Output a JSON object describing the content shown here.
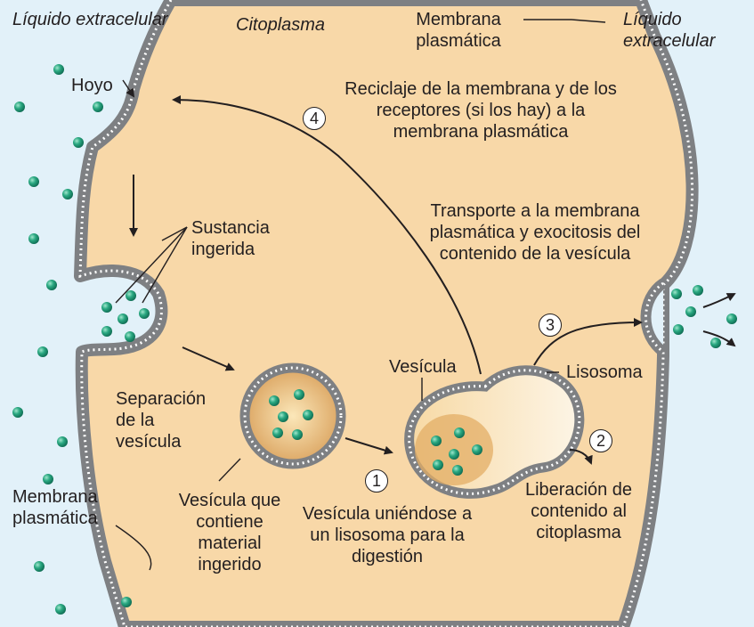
{
  "labels": {
    "extracellular_left": "Líquido extracelular",
    "cytoplasm": "Citoplasma",
    "membrane_top": "Membrana plasmática",
    "extracellular_right": "Líquido extracelular",
    "pit": "Hoyo",
    "recycling": "Reciclaje de la membrana y de los receptores (si los hay) a la membrana plasmática",
    "transport": "Transporte a la membrana plasmática y exocitosis del contenido de la vesícula",
    "ingested_substance": "Sustancia ingerida",
    "vesicle": "Vesícula",
    "lysosome": "Lisosoma",
    "separation": "Separación de la vesícula",
    "vesicle_with_material": "Vesícula que contiene material ingerido",
    "fusion": "Vesícula uniéndose a un lisosoma para la digestión",
    "release": "Liberación de contenido al citoplasma",
    "membrane_bottom": "Membrana plasmática"
  },
  "steps": {
    "s1": "1",
    "s2": "2",
    "s3": "3",
    "s4": "4"
  },
  "colors": {
    "background": "#e2f1f9",
    "cytoplasm": "#f8d8a8",
    "membrane": "#7e8083",
    "lysosome": "#fcefd6",
    "particle": "#1a8f6e"
  }
}
